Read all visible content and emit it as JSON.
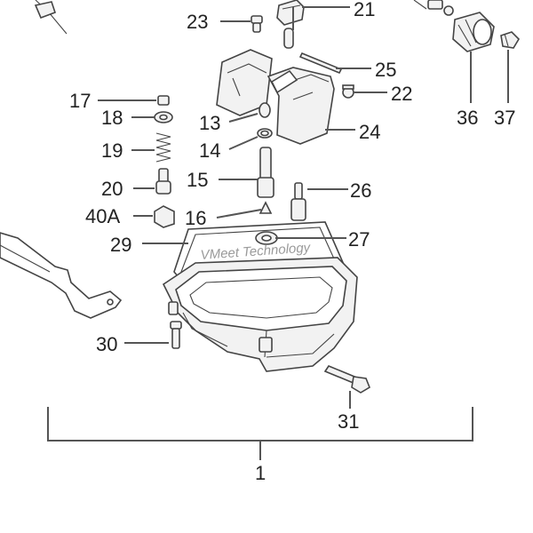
{
  "diagram": {
    "callouts": {
      "c17": "17",
      "c18": "18",
      "c19": "19",
      "c20": "20",
      "c40a": "40A",
      "c23": "23",
      "c21": "21",
      "c25": "25",
      "c22": "22",
      "c13": "13",
      "c24": "24",
      "c14": "14",
      "c15": "15",
      "c16": "16",
      "c26": "26",
      "c27": "27",
      "c29": "29",
      "c30": "30",
      "c31": "31",
      "c36": "36",
      "c37": "37",
      "c1": "1"
    },
    "watermark": "VMeet Technology",
    "colors": {
      "line": "#555555",
      "text": "#222222",
      "part_fill": "#f2f2f2"
    }
  }
}
